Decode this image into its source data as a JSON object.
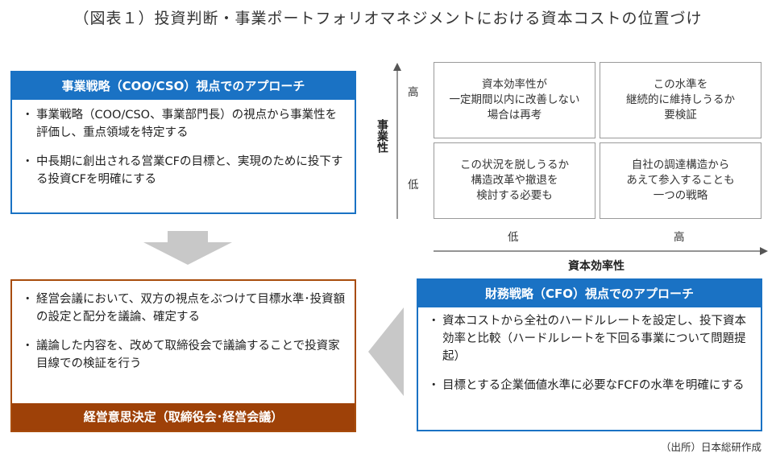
{
  "title": "（図表１）投資判断・事業ポートフォリオマネジメントにおける資本コストの位置づけ",
  "business_box": {
    "header": "事業戦略（COO/CSO）視点でのアプローチ",
    "bullets": [
      "事業戦略（COO/CSO、事業部門長）の視点から事業性を評価し、重点領域を特定する",
      "中長期に創出される営業CFの目標と、実現のために投下する投資CFを明確にする"
    ]
  },
  "decision_box": {
    "bullets": [
      "経営会議において、双方の視点をぶつけて目標水準･投資額の設定と配分を議論、確定する",
      "議論した内容を、改めて取締役会で議論することで投資家目線での検証を行う"
    ],
    "footer": "経営意思決定（取締役会･経営会議）"
  },
  "finance_box": {
    "header": "財務戦略（CFO）視点でのアプローチ",
    "bullets": [
      "資本コストから全社のハードルレートを設定し、投下資本効率と比較（ハードルレートを下回る事業について問題提起）",
      "目標とする企業価値水準に必要なFCFの水準を明確にする"
    ]
  },
  "matrix": {
    "y_axis_title": "事業性",
    "x_axis_title": "資本効率性",
    "y_high": "高",
    "y_low": "低",
    "x_low": "低",
    "x_high": "高",
    "cells": {
      "high_low": "資本効率性が\n一定期間以内に改善しない\n場合は再考",
      "high_high": "この水準を\n継続的に維持しうるか\n要検証",
      "low_low": "この状況を脱しうるか\n構造改革や撤退を\n検討する必要も",
      "low_high": "自社の調達構造から\nあえて参入することも\n一つの戦略"
    }
  },
  "source": "（出所）日本総研作成",
  "colors": {
    "blue": "#1a72c4",
    "brown": "#9e4108",
    "arrow": "#c8c8c8"
  }
}
